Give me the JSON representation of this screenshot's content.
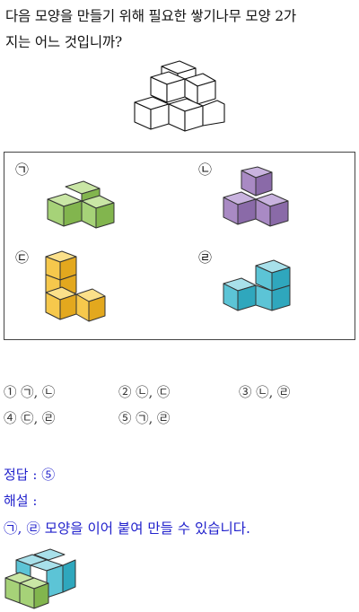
{
  "question": {
    "line1": "다음 모양을 만들기 위해 필요한 쌓기나무 모양 2가",
    "line2": "지는 어느 것입니까?"
  },
  "options": [
    {
      "label": "㉠",
      "color": "#9ccc6a"
    },
    {
      "label": "㉡",
      "color": "#a98ac4"
    },
    {
      "label": "㉢",
      "color": "#f6c84c"
    },
    {
      "label": "㉣",
      "color": "#5cc4d6"
    }
  ],
  "choices": [
    "① ㉠, ㉡",
    "② ㉡, ㉢",
    "③ ㉡, ㉣",
    "④ ㉢, ㉣",
    "⑤ ㉠, ㉣"
  ],
  "answer": {
    "label": "정답 : ⑤",
    "explanation_label": "해설 :",
    "explanation": "㉠, ㉣ 모양을 이어 붙여 만들 수 있습니다."
  }
}
